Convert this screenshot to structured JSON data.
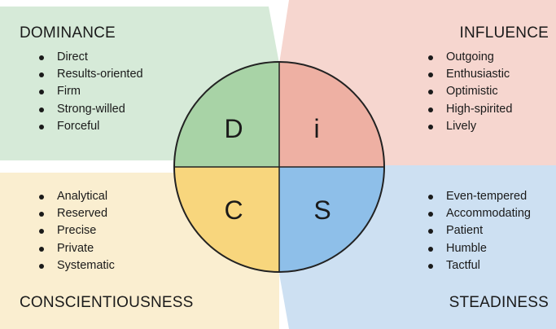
{
  "quadrants": {
    "dominance": {
      "title": "DOMINANCE",
      "letter": "D",
      "traits": [
        "Direct",
        "Results-oriented",
        "Firm",
        "Strong-willed",
        "Forceful"
      ]
    },
    "influence": {
      "title": "INFLUENCE",
      "letter": "i",
      "traits": [
        "Outgoing",
        "Enthusiastic",
        "Optimistic",
        "High-spirited",
        "Lively"
      ]
    },
    "conscientiousness": {
      "title": "CONSCIENTIOUSNESS",
      "letter": "C",
      "traits": [
        "Analytical",
        "Reserved",
        "Precise",
        "Private",
        "Systematic"
      ]
    },
    "steadiness": {
      "title": "STEADINESS",
      "letter": "S",
      "traits": [
        "Even-tempered",
        "Accommodating",
        "Patient",
        "Humble",
        "Tactful"
      ]
    }
  },
  "colors": {
    "dominance_bg": "#d6ead8",
    "dominance_fill": "#a8d3a6",
    "influence_bg": "#f6d6cf",
    "influence_fill": "#eeb0a3",
    "conscientiousness_bg": "#faeed0",
    "conscientiousness_fill": "#f8d67d",
    "steadiness_bg": "#cde0f2",
    "steadiness_fill": "#8ebfe9",
    "outline": "#222222"
  }
}
